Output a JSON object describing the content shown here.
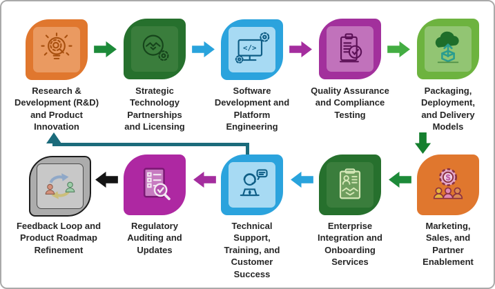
{
  "diagram": {
    "title": "Software product lifecycle process flow",
    "steps": [
      {
        "id": "research-development",
        "label": "Research &\nDevelopment (R&D)\nand Product\nInnovation",
        "icon": "lightbulb-gear-icon",
        "tile_color": "#E0772E"
      },
      {
        "id": "strategic-partnerships",
        "label": "Strategic\nTechnology\nPartnerships\nand Licensing",
        "icon": "handshake-gear-icon",
        "tile_color": "#26702D"
      },
      {
        "id": "software-development",
        "label": "Software\nDevelopment and\nPlatform\nEngineering",
        "icon": "monitor-code-gears-icon",
        "tile_color": "#2BA3DD"
      },
      {
        "id": "quality-assurance",
        "label": "Quality Assurance\nand Compliance\nTesting",
        "icon": "clipboard-checklist-icon",
        "tile_color": "#A2309C"
      },
      {
        "id": "packaging-deployment",
        "label": "Packaging,\nDeployment,\nand Delivery\nModels",
        "icon": "cloud-delivery-box-icon",
        "tile_color": "#6DB33F"
      },
      {
        "id": "marketing-sales",
        "label": "Marketing,\nSales, and\nPartner\nEnablement",
        "icon": "money-gear-team-icon",
        "tile_color": "#E0772E"
      },
      {
        "id": "enterprise-integration",
        "label": "Enterprise\nIntegration and\nOnboarding\nServices",
        "icon": "onboarding-clipboard-icon",
        "tile_color": "#26702D"
      },
      {
        "id": "technical-support",
        "label": "Technical\nSupport,\nTraining, and\nCustomer\nSuccess",
        "icon": "support-agent-icon",
        "tile_color": "#2BA3DD"
      },
      {
        "id": "regulatory-auditing",
        "label": "Regulatory\nAuditing and\nUpdates",
        "icon": "audit-magnifier-icon",
        "tile_color": "#AE28A2"
      },
      {
        "id": "feedback-loop",
        "label": "Feedback Loop and\nProduct Roadmap\nRefinement",
        "icon": "feedback-cycle-icon",
        "tile_color": "#ACACAC"
      }
    ],
    "arrows": [
      {
        "from": "research-development",
        "to": "strategic-partnerships",
        "direction": "right",
        "color": "#1D8A39"
      },
      {
        "from": "strategic-partnerships",
        "to": "software-development",
        "direction": "right",
        "color": "#29A3DC"
      },
      {
        "from": "software-development",
        "to": "quality-assurance",
        "direction": "right",
        "color": "#A42D9E"
      },
      {
        "from": "quality-assurance",
        "to": "packaging-deployment",
        "direction": "right",
        "color": "#43AD42"
      },
      {
        "from": "packaging-deployment",
        "to": "marketing-sales",
        "direction": "down",
        "color": "#157F2E"
      },
      {
        "from": "marketing-sales",
        "to": "enterprise-integration",
        "direction": "left",
        "color": "#1D8A39"
      },
      {
        "from": "enterprise-integration",
        "to": "technical-support",
        "direction": "left",
        "color": "#29A3DC"
      },
      {
        "from": "technical-support",
        "to": "regulatory-auditing",
        "direction": "left",
        "color": "#A42D9E"
      },
      {
        "from": "regulatory-auditing",
        "to": "feedback-loop",
        "direction": "left",
        "color": "#141414"
      },
      {
        "from": "feedback-loop",
        "to": "research-development",
        "direction": "elbow-up",
        "color": "#1B6B7B"
      }
    ],
    "colors": {
      "orange": "#E0772E",
      "dark_green": "#26702D",
      "blue": "#2BA3DD",
      "purple": "#A2309C",
      "light_green": "#6DB33F",
      "magenta": "#AE28A2",
      "gray": "#ACACAC",
      "connector_teal": "#1B6B7B",
      "border": "#A9A9A9",
      "caption_text": "#262626"
    }
  }
}
